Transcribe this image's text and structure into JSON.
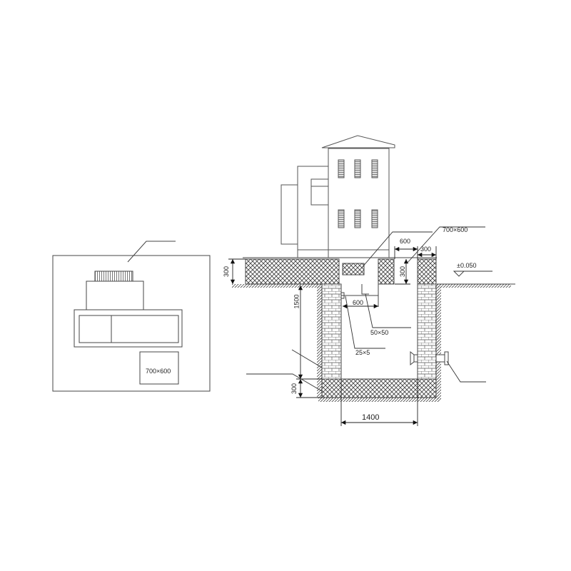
{
  "drawing": {
    "type": "substation foundation / cable pit section drawing",
    "line_color": "#333333",
    "fill_hatch_color": "#444444"
  },
  "plan_view": {
    "opening_label": "700×600"
  },
  "section_view": {
    "dimensions": {
      "top_slab_thickness": "300",
      "pit_depth": "1500",
      "bottom_slab_thickness": "300",
      "pit_width": "1400",
      "opening_width": "600",
      "wall_thickness": "300",
      "opening_depth": "300",
      "bracket_spacing": "600"
    },
    "annotations": {
      "opening_size": "700×600",
      "elevation": "±0.050",
      "angle_steel": "50×50",
      "flat_steel": "25×5"
    }
  }
}
